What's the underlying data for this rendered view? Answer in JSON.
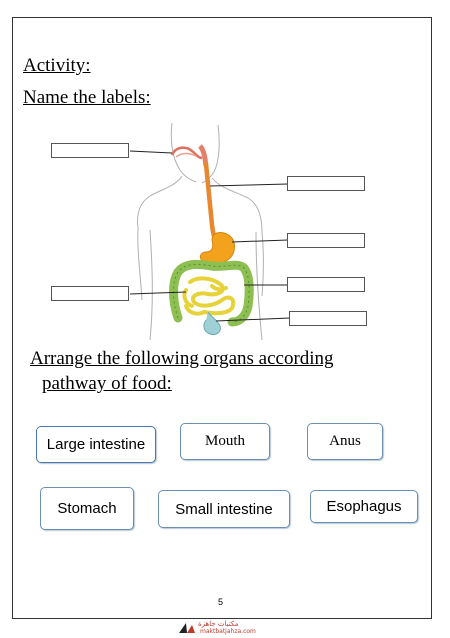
{
  "heading": {
    "activity": "Activity:",
    "name_labels": "Name the labels:"
  },
  "instruction": {
    "line1": "Arrange the following organs according",
    "line2": "pathway of food:"
  },
  "organs": [
    "Large intestine",
    "Mouth",
    "Anus",
    "Stomach",
    "Small intestine",
    "Esophagus"
  ],
  "page_number": "5",
  "logo": {
    "arabic": "مكتبات جاهزة",
    "url": "maktbatjahza.com"
  }
}
